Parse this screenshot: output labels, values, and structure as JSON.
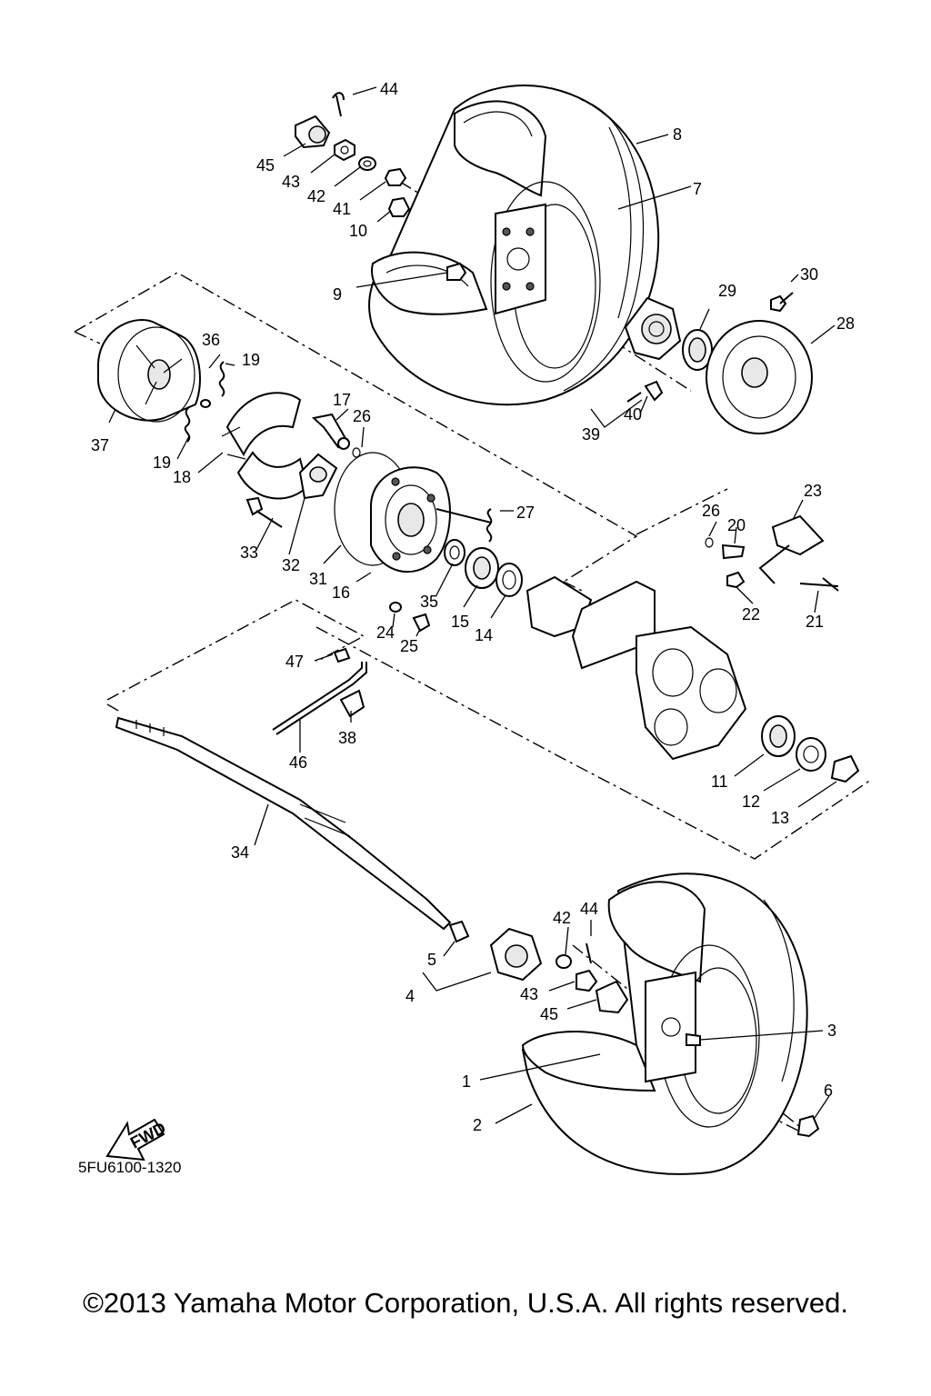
{
  "diagram_code": "5FU6100-1320",
  "fwd_label": "FWD",
  "copyright": "©2013 Yamaha Motor Corporation, U.S.A. All rights reserved.",
  "callouts": {
    "c1": "1",
    "c2": "2",
    "c3": "3",
    "c4": "4",
    "c5": "5",
    "c6": "6",
    "c7": "7",
    "c8": "8",
    "c9": "9",
    "c10": "10",
    "c11": "11",
    "c12": "12",
    "c13": "13",
    "c14": "14",
    "c15": "15",
    "c16": "16",
    "c17": "17",
    "c18": "18",
    "c19a": "19",
    "c19b": "19",
    "c20": "20",
    "c21": "21",
    "c22": "22",
    "c23": "23",
    "c24": "24",
    "c25": "25",
    "c26a": "26",
    "c26b": "26",
    "c27": "27",
    "c28": "28",
    "c29": "29",
    "c30": "30",
    "c31": "31",
    "c32": "32",
    "c33": "33",
    "c34": "34",
    "c35": "35",
    "c36": "36",
    "c37": "37",
    "c38": "38",
    "c39": "39",
    "c40": "40",
    "c41": "41",
    "c42a": "42",
    "c42b": "42",
    "c43a": "43",
    "c43b": "43",
    "c44a": "44",
    "c44b": "44",
    "c45a": "45",
    "c45b": "45",
    "c46": "46",
    "c47": "47"
  }
}
